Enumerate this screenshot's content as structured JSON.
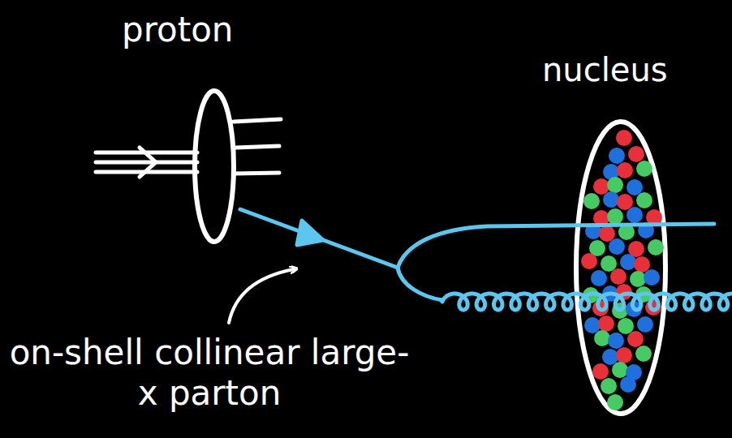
{
  "diagram": {
    "labels": [
      "proton",
      "nucleus",
      "on-shell collinear large-x parton"
    ]
  }
}
